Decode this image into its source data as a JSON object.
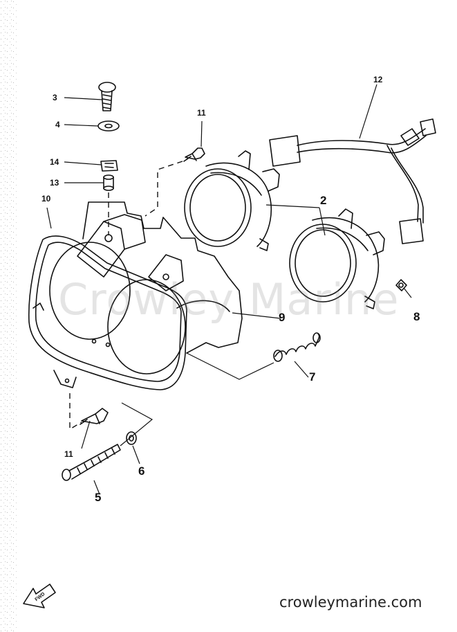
{
  "watermark": "Crowley Marine",
  "site_url": "crowleymarine.com",
  "fwd_label": "FWD",
  "callouts": {
    "c1": "2",
    "c2": "3",
    "c3": "4",
    "c4": "5",
    "c5": "6",
    "c6": "7",
    "c7": "8",
    "c8": "9",
    "c9": "10",
    "c10": "11",
    "c11": "11",
    "c12": "12",
    "c13": "13",
    "c14": "14"
  }
}
